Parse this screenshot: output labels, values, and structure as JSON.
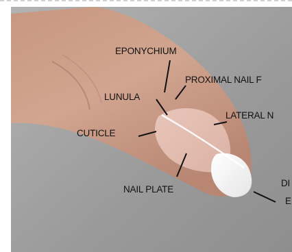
{
  "labels": {
    "eponychium": "EPONYCHIUM",
    "proximal_nail_fold": "PROXIMAL NAIL F",
    "lunula": "LUNULA",
    "lateral_nail": "LATERAL N",
    "cuticle": "CUTICLE",
    "nail_plate": "NAIL PLATE",
    "distal_edge_1": "DI",
    "distal_edge_2": "E"
  },
  "colors": {
    "background": "#9a9a9a",
    "skin": "#c99a84",
    "nail_tip": "#f4f4f4",
    "leader_line": "#111111"
  }
}
